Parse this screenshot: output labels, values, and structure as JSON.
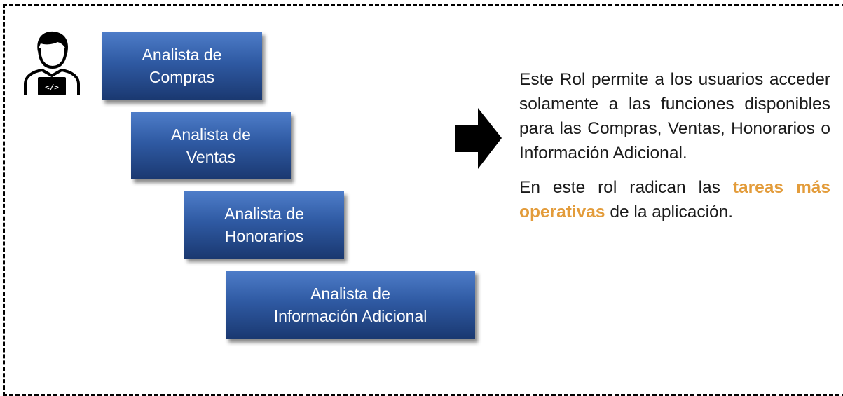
{
  "roles": [
    {
      "line1": "Analista de",
      "line2": "Compras"
    },
    {
      "line1": "Analista de",
      "line2": "Ventas"
    },
    {
      "line1": "Analista de",
      "line2": "Honorarios"
    },
    {
      "line1": "Analista de",
      "line2": "Información Adicional"
    }
  ],
  "description": {
    "paragraph1": "Este Rol permite a los usuarios acceder solamente a las funciones disponibles para las Compras, Ventas, Honorarios o Información Adicional.",
    "paragraph2_pre": "En este rol radican las ",
    "paragraph2_highlight": "tareas más operativas",
    "paragraph2_post": " de la aplicación."
  },
  "colors": {
    "box_gradient_top": "#4e7dc9",
    "box_gradient_bottom": "#1a3870",
    "highlight": "#e39c3b"
  },
  "icons": {
    "user": "developer-user-icon",
    "arrow": "right-arrow-icon"
  }
}
